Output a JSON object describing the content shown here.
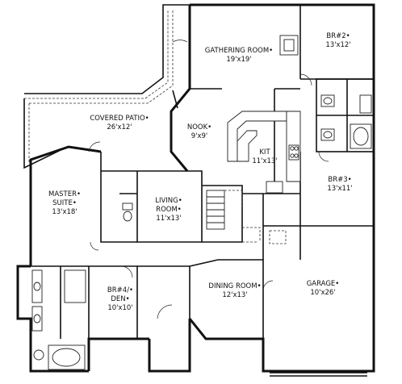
{
  "rooms": {
    "gathering": {
      "name": "GATHERING ROOM•",
      "size": "19'x19'"
    },
    "br2": {
      "name": "BR#2•",
      "size": "13'x12'"
    },
    "covered_patio": {
      "name": "COVERED PATIO•",
      "size": "26'x12'"
    },
    "nook": {
      "name": "NOOK•",
      "size": "9'x9'"
    },
    "kit": {
      "name": "KIT",
      "size": "11'x13'"
    },
    "br3": {
      "name": "BR#3•",
      "size": "13'x11'"
    },
    "master": {
      "name": "MASTER•",
      "name2": "SUITE•",
      "size": "13'x18'"
    },
    "living": {
      "name": "LIVING•",
      "name2": "ROOM•",
      "size": "11'x13'"
    },
    "br4": {
      "name": "BR#4/•",
      "name2": "DEN•",
      "size": "10'x10'"
    },
    "dining": {
      "name": "DINING ROOM•",
      "size": "12'x13'"
    },
    "garage": {
      "name": "GARAGE•",
      "size": "10'x26'"
    }
  }
}
